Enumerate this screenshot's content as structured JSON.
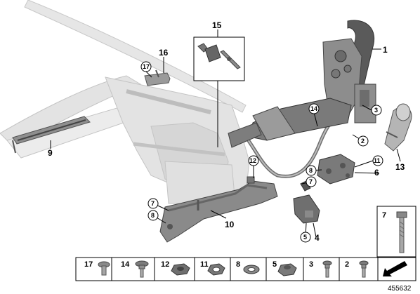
{
  "callouts": {
    "c1": "1",
    "c2": "2",
    "c3": "3",
    "c4": "4",
    "c5": "5",
    "c6": "6",
    "c7a": "7",
    "c7b": "7",
    "c7c": "7",
    "c8a": "8",
    "c8b": "8",
    "c9": "9",
    "c10": "10",
    "c11": "11",
    "c12": "12",
    "c13": "13",
    "c14": "14",
    "c15": "15",
    "c16": "16",
    "c17": "17"
  },
  "parts_strip": [
    "17",
    "14",
    "12",
    "11",
    "8",
    "5",
    "2"
  ],
  "parts_strip_extra": [
    "3"
  ],
  "box_label": "7",
  "reference_number": "455632",
  "colors": {
    "part_dark": "#555555",
    "part_mid": "#8c8c8c",
    "ghost": "#d9d9d9",
    "line": "#000000"
  }
}
